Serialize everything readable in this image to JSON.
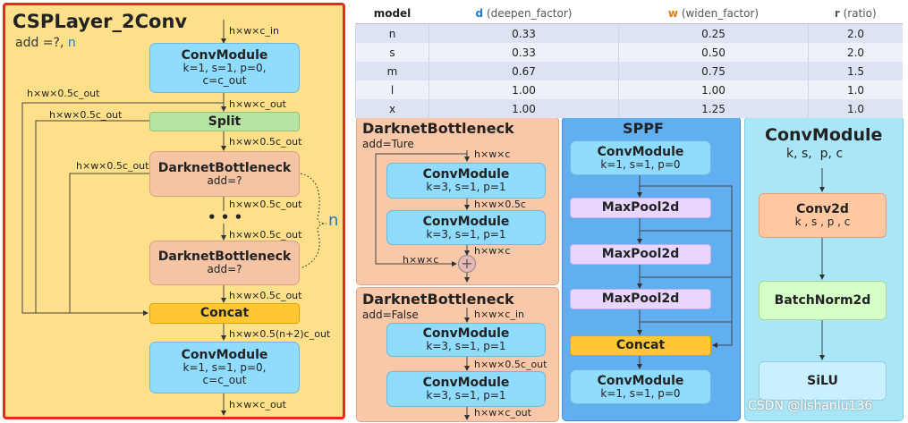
{
  "csp": {
    "title": "CSPLayer_2Conv",
    "add_prefix": "add =?, ",
    "add_n": "n",
    "n_label": "n",
    "dots": "• • •",
    "conv_top": {
      "name": "ConvModule",
      "line1": "k=1, s=1, p=0,",
      "line2": "c=c_out"
    },
    "split": "Split",
    "bottleneck1": {
      "name": "DarknetBottleneck",
      "add": "add=?"
    },
    "bottleneck2": {
      "name": "DarknetBottleneck",
      "add": "add=?"
    },
    "concat": "Concat",
    "conv_bottom": {
      "name": "ConvModule",
      "line1": "k=1, s=1, p=0,",
      "line2": "c=c_out"
    },
    "labels": {
      "in": "h×w×c_in",
      "after_conv": "h×w×c_out",
      "left_outer": "h×w×0.5c_out",
      "left_inner": "h×w×0.5c_out",
      "after_split": "h×w×0.5c_out",
      "left_b1": "h×w×0.5c_out",
      "after_b1": "h×w×0.5c_out",
      "before_b2": "h×w×0.5c_out",
      "after_b2": "h×w×0.5c_out",
      "after_concat": "h×w×0.5(n+2)c_out",
      "out": "h×w×c_out"
    }
  },
  "table": {
    "headers": [
      {
        "label": "model",
        "letter": "",
        "rest": "",
        "color": "#222222"
      },
      {
        "label": "",
        "letter": "d",
        "rest": " (deepen_factor)",
        "color": "#1f78c8"
      },
      {
        "label": "",
        "letter": "w",
        "rest": " (widen_factor)",
        "color": "#e07a10"
      },
      {
        "label": "",
        "letter": "r",
        "rest": " (ratio)",
        "color": "#555555"
      }
    ],
    "rows": [
      [
        "n",
        "0.33",
        "0.25",
        "2.0"
      ],
      [
        "s",
        "0.33",
        "0.50",
        "2.0"
      ],
      [
        "m",
        "0.67",
        "0.75",
        "1.5"
      ],
      [
        "l",
        "1.00",
        "1.00",
        "1.0"
      ],
      [
        "x",
        "1.00",
        "1.25",
        "1.0"
      ]
    ]
  },
  "db_true": {
    "title": "DarknetBottleneck",
    "add": "add=Ture",
    "conv1": {
      "name": "ConvModule",
      "params": "k=3, s=1, p=1"
    },
    "conv2": {
      "name": "ConvModule",
      "params": "k=3, s=1, p=1"
    },
    "labels": {
      "in": "h×w×c",
      "mid": "h×w×0.5c",
      "out": "h×w×c",
      "skip": "h×w×c"
    }
  },
  "db_false": {
    "title": "DarknetBottleneck",
    "add": "add=False",
    "conv1": {
      "name": "ConvModule",
      "params": "k=3, s=1, p=1"
    },
    "conv2": {
      "name": "ConvModule",
      "params": "k=3, s=1, p=1"
    },
    "labels": {
      "in": "h×w×c_in",
      "mid": "h×w×0.5c_out",
      "out": "h×w×c_out"
    }
  },
  "sppf": {
    "title": "SPPF",
    "conv1": {
      "name": "ConvModule",
      "params": "k=1, s=1, p=0"
    },
    "pool1": "MaxPool2d",
    "pool2": "MaxPool2d",
    "pool3": "MaxPool2d",
    "concat": "Concat",
    "conv2": {
      "name": "ConvModule",
      "params": "k=1, s=1, p=0"
    }
  },
  "convmodule": {
    "title": "ConvModule",
    "params": "k, s,  p, c",
    "conv2d": {
      "name": "Conv2d",
      "params": "k , s , p , c"
    },
    "bn": "BatchNorm2d",
    "act": "SiLU"
  },
  "watermark": "CSDN @lishanlu136",
  "colors": {
    "csp_bg": "#ffe08a",
    "csp_border": "#e8281e",
    "db_bg": "#f8c8a8",
    "sppf_bg": "#61aef0",
    "cm_bg": "#a9e7f8",
    "conv": "#8fdcff",
    "bottleneck": "#f4c4a4",
    "split": "#b6e3a4",
    "concat": "#ffc832",
    "maxpool": "#e8d6ff",
    "conv2d": "#ffc8a0",
    "bn": "#d6ffc8",
    "silu": "#c8f0ff"
  }
}
